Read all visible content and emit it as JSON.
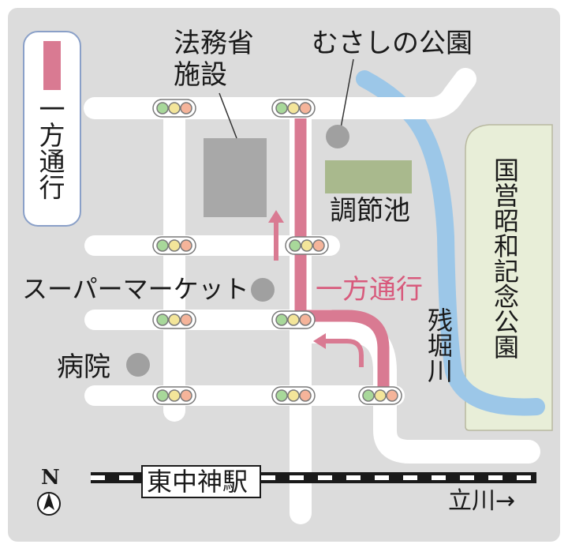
{
  "labels": {
    "ministry": [
      "法務省",
      "施設"
    ],
    "musashino_park": "むさしの公園",
    "regulating_pond": "調節池",
    "supermarket": "スーパーマーケット",
    "hospital": "病院",
    "one_way_road": "一方通行",
    "showa_park": [
      "国",
      "営",
      "昭",
      "和",
      "記",
      "念",
      "公",
      "園"
    ],
    "zanbori_river": [
      "残",
      "堀",
      "川"
    ],
    "station": "東中神駅",
    "tachikawa": "立川→",
    "north": "N"
  },
  "legend": {
    "title": [
      "一",
      "方",
      "通",
      "行"
    ],
    "color": "#d97a92"
  },
  "colors": {
    "background": "#dcdcdc",
    "road": "#ffffff",
    "one_way": "#d97a92",
    "river": "#9cc7e8",
    "park_fill": "#e8eed8",
    "building": "#a8a8a8",
    "pond": "#a9b98d",
    "poi": "#a0a0a0",
    "accent_text": "#d85a7c"
  },
  "icons": [
    "north-arrow-icon",
    "traffic-light-icon"
  ]
}
